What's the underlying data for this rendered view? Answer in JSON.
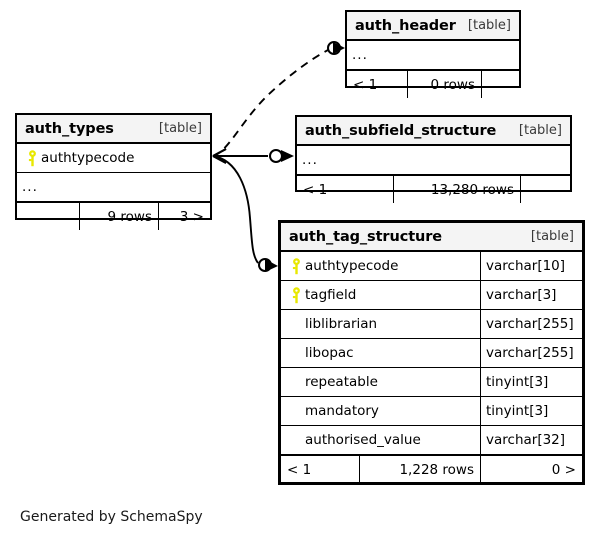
{
  "diagram": {
    "caption": "Generated by SchemaSpy",
    "table_tag": "[table]",
    "ellipsis": "...",
    "key_icon": "primary-key-icon",
    "key_color": "#e8e800"
  },
  "tables": {
    "auth_header": {
      "name": "auth_header",
      "tag": "[table]",
      "columns_placeholder": "...",
      "footer": {
        "left": "< 1",
        "middle": "0 rows",
        "right": ""
      }
    },
    "auth_types": {
      "name": "auth_types",
      "tag": "[table]",
      "columns": [
        {
          "key": true,
          "name": "authtypecode"
        }
      ],
      "columns_placeholder": "...",
      "footer": {
        "left": "",
        "middle": "9 rows",
        "right": "3 >"
      }
    },
    "auth_subfield_structure": {
      "name": "auth_subfield_structure",
      "tag": "[table]",
      "columns_placeholder": "...",
      "footer": {
        "left": "< 1",
        "middle": "13,280 rows",
        "right": ""
      }
    },
    "auth_tag_structure": {
      "name": "auth_tag_structure",
      "tag": "[table]",
      "columns": [
        {
          "key": true,
          "name": "authtypecode",
          "type": "varchar[10]"
        },
        {
          "key": true,
          "name": "tagfield",
          "type": "varchar[3]"
        },
        {
          "key": false,
          "name": "liblibrarian",
          "type": "varchar[255]"
        },
        {
          "key": false,
          "name": "libopac",
          "type": "varchar[255]"
        },
        {
          "key": false,
          "name": "repeatable",
          "type": "tinyint[3]"
        },
        {
          "key": false,
          "name": "mandatory",
          "type": "tinyint[3]"
        },
        {
          "key": false,
          "name": "authorised_value",
          "type": "varchar[32]"
        }
      ],
      "footer": {
        "left": "< 1",
        "middle": "1,228 rows",
        "right": "0 >"
      }
    }
  },
  "relationships": [
    {
      "from": "auth_types",
      "to": "auth_header",
      "style": "dashed",
      "label": "implied-relationship"
    },
    {
      "from": "auth_types",
      "to": "auth_subfield_structure",
      "style": "solid",
      "label": "foreign-key-relationship"
    },
    {
      "from": "auth_types",
      "to": "auth_tag_structure",
      "style": "solid",
      "label": "foreign-key-relationship"
    }
  ]
}
